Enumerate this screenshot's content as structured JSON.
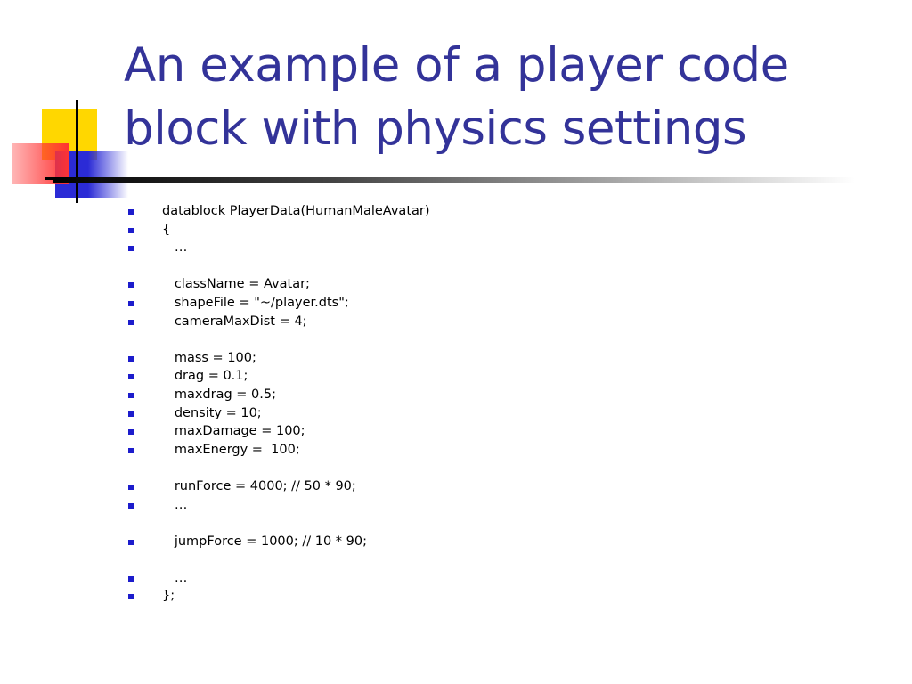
{
  "slide": {
    "title_lines": [
      "An example of a player code",
      "block with physics settings"
    ],
    "bullets": [
      {
        "text": "datablock PlayerData(HumanMaleAvatar)",
        "marker": true
      },
      {
        "text": "{",
        "marker": true
      },
      {
        "text": "   …",
        "marker": true
      },
      {
        "text": "",
        "marker": false
      },
      {
        "text": "   className = Avatar;",
        "marker": true
      },
      {
        "text": "   shapeFile = \"~/player.dts\";",
        "marker": true
      },
      {
        "text": "   cameraMaxDist = 4;",
        "marker": true
      },
      {
        "text": "",
        "marker": false
      },
      {
        "text": "   mass = 100;",
        "marker": true
      },
      {
        "text": "   drag = 0.1;",
        "marker": true
      },
      {
        "text": "   maxdrag = 0.5;",
        "marker": true
      },
      {
        "text": "   density = 10;",
        "marker": true
      },
      {
        "text": "   maxDamage = 100;",
        "marker": true
      },
      {
        "text": "   maxEnergy =  100;",
        "marker": true
      },
      {
        "text": "",
        "marker": false
      },
      {
        "text": "   runForce = 4000; // 50 * 90;",
        "marker": true
      },
      {
        "text": "   …",
        "marker": true
      },
      {
        "text": "",
        "marker": false
      },
      {
        "text": "   jumpForce = 1000; // 10 * 90;",
        "marker": true
      },
      {
        "text": "",
        "marker": false
      },
      {
        "text": "   …",
        "marker": true
      },
      {
        "text": "};",
        "marker": true
      }
    ]
  },
  "colors": {
    "title": "#333399",
    "bullet_marker": "#1c1ccc",
    "logo_yellow": "#ffd700",
    "logo_red": "#ff3333",
    "logo_blue": "#2b2bd6"
  }
}
